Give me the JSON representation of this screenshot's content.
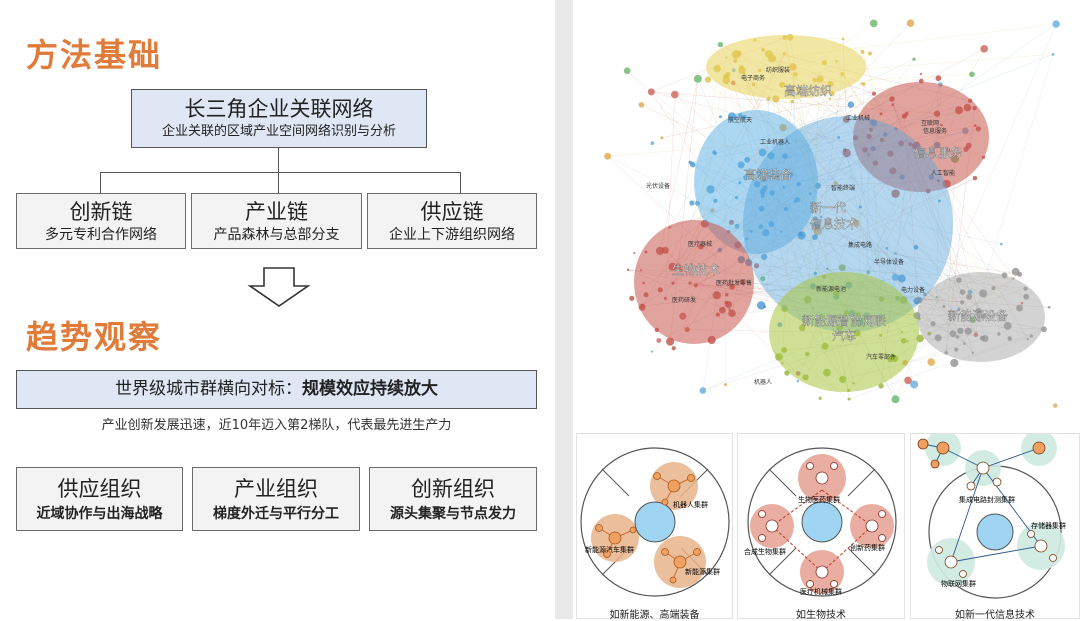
{
  "left": {
    "section1_title": "方法基础",
    "top_box": {
      "title": "长三角企业关联网络",
      "subtitle": "企业关联的区域产业空间网络识别与分析"
    },
    "chains": [
      {
        "title": "创新链",
        "subtitle": "多元专利合作网络"
      },
      {
        "title": "产业链",
        "subtitle": "产品森林与总部分支"
      },
      {
        "title": "供应链",
        "subtitle": "企业上下游组织网络"
      }
    ],
    "section2_title": "趋势观察",
    "banner": {
      "text_normal": "世界级城市群横向对标：",
      "text_bold": "规模效应持续放大"
    },
    "note": "产业创新发展迅速，近10年迈入第2梯队，代表最先进生产力",
    "orgs": [
      {
        "title": "供应组织",
        "subtitle": "近域协作与出海战略"
      },
      {
        "title": "产业组织",
        "subtitle": "梯度外迁与平行分工"
      },
      {
        "title": "创新组织",
        "subtitle": "源头集聚与节点发力"
      }
    ]
  },
  "network": {
    "clusters": [
      {
        "label": "高端纺织",
        "color": "#e8d25a"
      },
      {
        "label": "高端装备",
        "color": "#5ab0e6"
      },
      {
        "label": "信息服务",
        "color": "#c9574f"
      },
      {
        "label": "新一代\n信息技术",
        "color": "#5aa6dc"
      },
      {
        "label": "生物技术",
        "color": "#c9574f"
      },
      {
        "label": "新能源智能网联\n汽车",
        "color": "#a7c53f"
      },
      {
        "label": "新能源设备",
        "color": "#9e9e9e"
      }
    ],
    "minor_labels": [
      "纺织服装",
      "电子商务",
      "航空航天",
      "工业机器人",
      "工业机械",
      "互联网",
      "信息服务",
      "人工智能",
      "光伏设备",
      "智能终端",
      "集成电路",
      "半导体设备",
      "医疗器械",
      "医药批发零售",
      "医药研发",
      "新能源电池",
      "电力设备",
      "机器人",
      "汽车零部件"
    ]
  },
  "panels": [
    {
      "caption": "如新能源、高端装备",
      "labels": [
        "机器人集群",
        "新能源汽车集群",
        "新能源集群"
      ]
    },
    {
      "caption": "如生物技术",
      "labels": [
        "生物医药集群",
        "合成生物集群",
        "创新药集群",
        "医疗机械集群"
      ]
    },
    {
      "caption": "如新一代信息技术",
      "labels": [
        "集成电路封测集群",
        "存储器集群",
        "物联网集群"
      ]
    }
  ],
  "colors": {
    "accent": "#e07b39",
    "box_bg": "#f3f3f3",
    "banner_bg": "#dfe7f4",
    "hub": "#9fd4f2"
  }
}
